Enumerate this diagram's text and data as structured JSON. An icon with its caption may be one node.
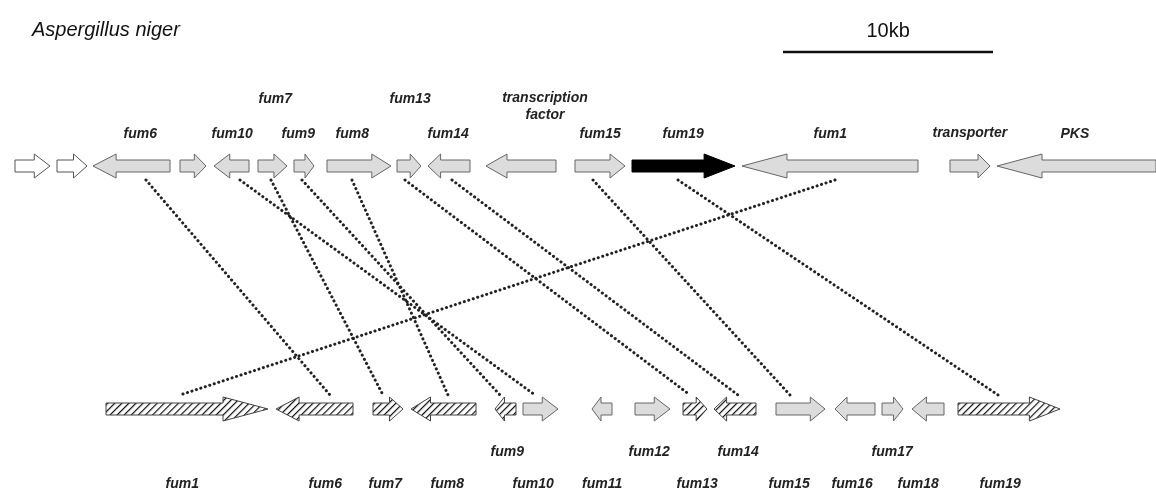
{
  "diagram": {
    "title": "Aspergillus niger",
    "nodes": [
      {
        "text": [],
        "shape": "arrow"
      },
      {
        "text": [],
        "shape": "arrow"
      },
      {
        "text": [
          "fum6"
        ]
      },
      {
        "text": [],
        "shape": "arrow"
      },
      {
        "text": [
          "fum10"
        ]
      },
      {
        "text": [
          "fum7"
        ]
      },
      {
        "text": [
          "fum9"
        ]
      },
      {
        "text": [
          "fum8"
        ]
      },
      {
        "text": [
          "fum13"
        ]
      },
      {
        "text": [
          "fum14"
        ]
      },
      {
        "text": [
          "transcription factor"
        ]
      },
      {
        "text": [
          "fum15"
        ]
      },
      {
        "text": [
          "fum19"
        ]
      },
      {
        "text": [
          "fum1"
        ]
      },
      {
        "text": [
          "transporter"
        ]
      },
      {
        "text": [
          "PKS"
        ]
      },
      {
        "text": [
          "fum1"
        ]
      },
      {
        "text": [
          "fum6"
        ]
      },
      {
        "text": [
          "fum7"
        ]
      },
      {
        "text": [
          "fum8"
        ]
      },
      {
        "text": [
          "fum9"
        ]
      },
      {
        "text": [
          "fum10"
        ]
      },
      {
        "text": [
          "fum11"
        ]
      },
      {
        "text": [
          "fum12"
        ]
      },
      {
        "text": [
          "fum13"
        ]
      },
      {
        "text": [
          "fum14"
        ]
      },
      {
        "text": [
          "fum15"
        ]
      },
      {
        "text": [
          "fum16"
        ]
      },
      {
        "text": [
          "fum17"
        ]
      },
      {
        "text": [
          "fum18"
        ]
      },
      {
        "text": [
          "fum19"
        ]
      }
    ],
    "edges": [
      {
        "from": 2,
        "to": 17,
        "arrow": "none"
      },
      {
        "from": 4,
        "to": 21,
        "arrow": "none"
      },
      {
        "from": 5,
        "to": 18,
        "arrow": "none"
      },
      {
        "from": 6,
        "to": 20,
        "arrow": "none"
      },
      {
        "from": 7,
        "to": 19,
        "arrow": "none"
      },
      {
        "from": 8,
        "to": 24,
        "arrow": "none"
      },
      {
        "from": 9,
        "to": 25,
        "arrow": "none"
      },
      {
        "from": 11,
        "to": 26,
        "arrow": "none"
      },
      {
        "from": 12,
        "to": 30,
        "arrow": "none"
      },
      {
        "from": 13,
        "to": 16,
        "arrow": "none"
      }
    ],
    "labels": [
      "10kb"
    ]
  }
}
